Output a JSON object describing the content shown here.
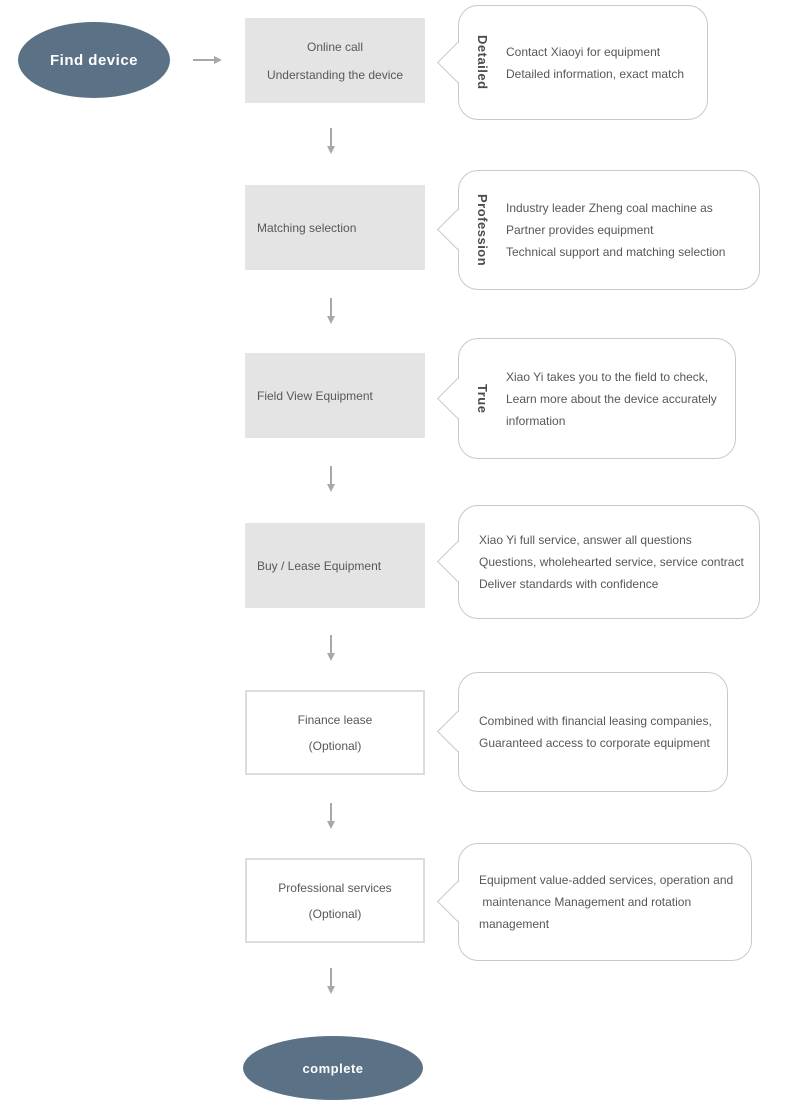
{
  "palette": {
    "node_fill": "#5b7186",
    "node_text": "#ffffff",
    "gray_box_fill": "#e5e4e4",
    "white_box_border": "#dcdcdc",
    "bubble_border": "#c9c9c9",
    "body_text": "#595757",
    "arrow": "#a8a8a8"
  },
  "flow": {
    "start_label": "Find device",
    "end_label": "complete",
    "steps": [
      {
        "lines": [
          "Online call",
          "Understanding the device"
        ]
      },
      {
        "lines": [
          "Matching selection"
        ]
      },
      {
        "lines": [
          "Field View Equipment"
        ]
      },
      {
        "lines": [
          "Buy / Lease Equipment"
        ]
      },
      {
        "lines": [
          "Finance lease",
          "(Optional)"
        ]
      },
      {
        "lines": [
          "Professional services",
          "(Optional)"
        ]
      }
    ],
    "bubbles": [
      {
        "tag": "Detailed",
        "lines": [
          "Contact Xiaoyi for equipment",
          "Detailed information, exact match"
        ]
      },
      {
        "tag": "Profession",
        "lines": [
          "Industry leader Zheng coal machine as",
          "Partner provides equipment",
          "Technical support and matching selection"
        ]
      },
      {
        "tag": "True",
        "lines": [
          "Xiao Yi takes you to the field to check,",
          "Learn more about the device accurately",
          "information"
        ]
      },
      {
        "tag": "",
        "lines": [
          "Xiao Yi full service, answer all questions",
          "Questions, wholehearted service, service contract",
          "Deliver standards with confidence"
        ]
      },
      {
        "tag": "",
        "lines": [
          "Combined with financial leasing companies,",
          "Guaranteed access to corporate equipment"
        ]
      },
      {
        "tag": "",
        "lines": [
          "Equipment value-added services, operation and",
          " maintenance Management and rotation",
          "management"
        ]
      }
    ]
  }
}
